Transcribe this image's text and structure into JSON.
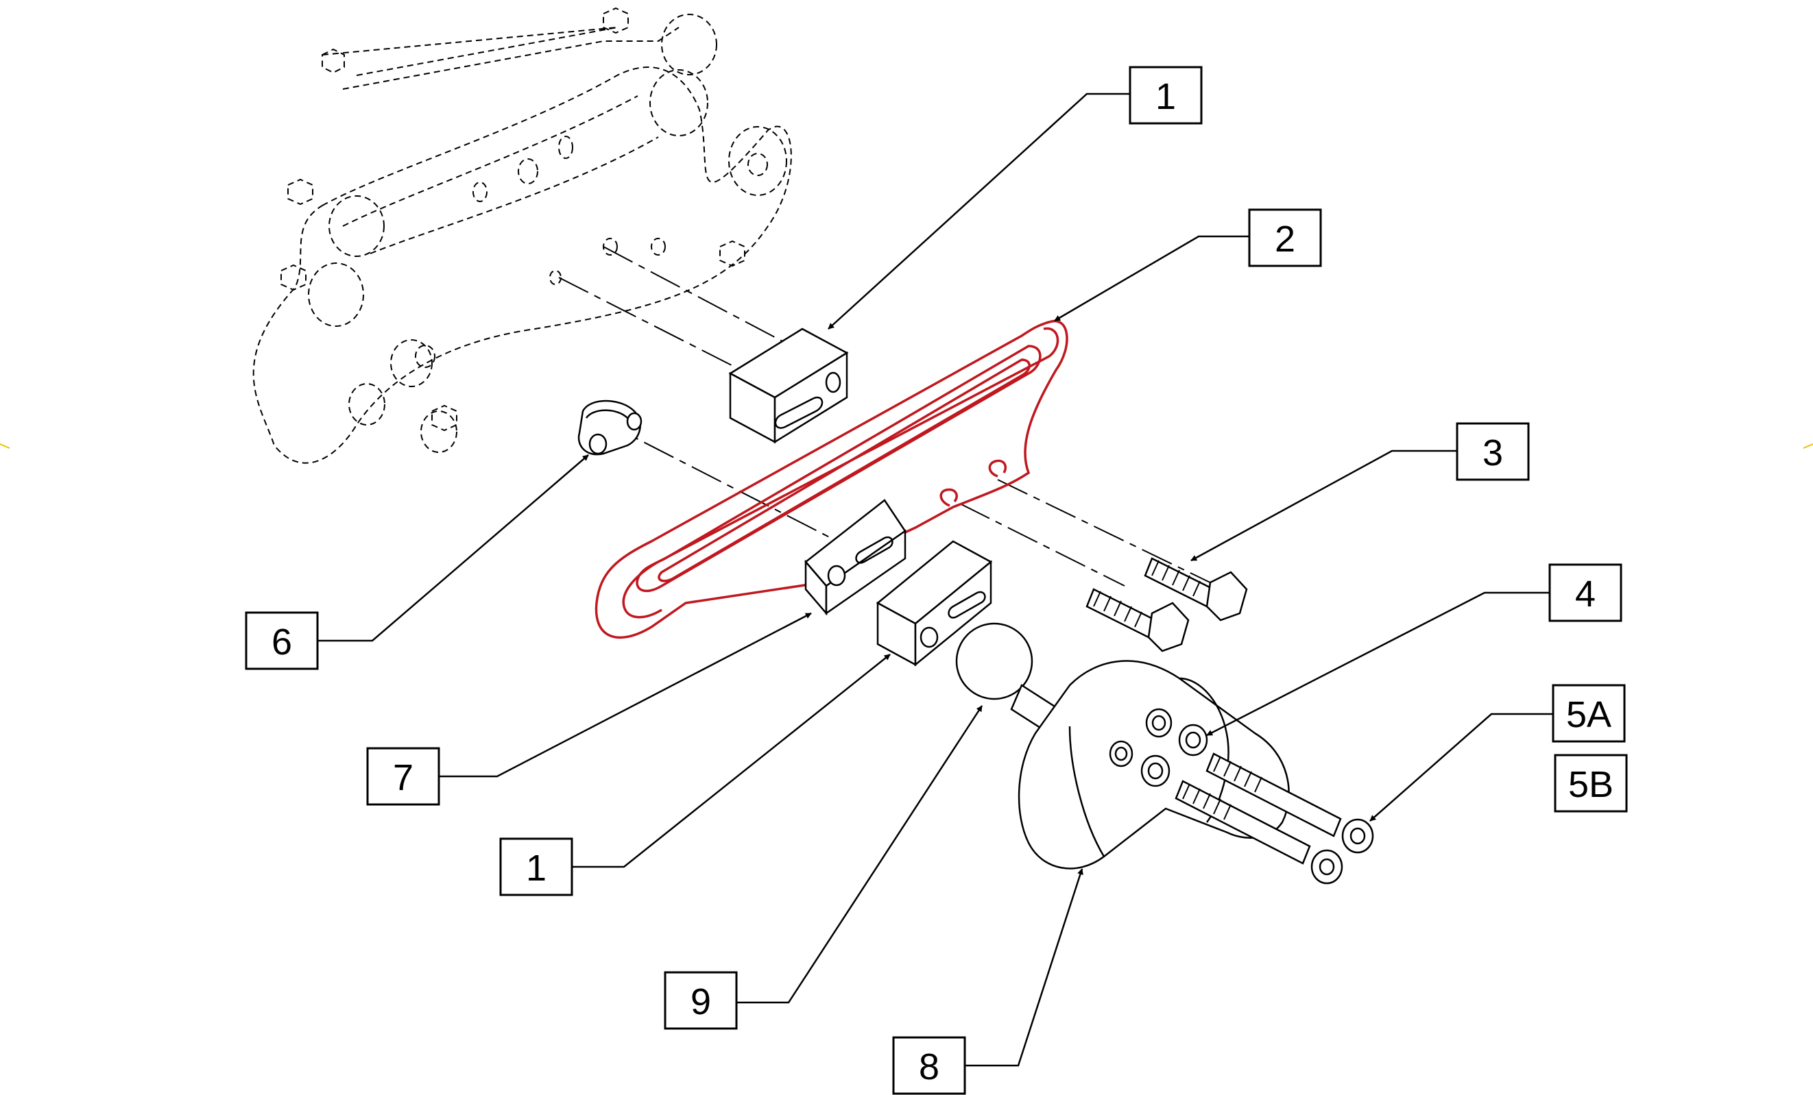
{
  "colors": {
    "highlight": "#c0181e",
    "ink": "#000000",
    "background": "#ffffff"
  },
  "callouts": [
    {
      "id": "1-top",
      "label": "1"
    },
    {
      "id": "2",
      "label": "2"
    },
    {
      "id": "3",
      "label": "3"
    },
    {
      "id": "4",
      "label": "4"
    },
    {
      "id": "5a",
      "label": "5A"
    },
    {
      "id": "5b",
      "label": "5B"
    },
    {
      "id": "6",
      "label": "6"
    },
    {
      "id": "7",
      "label": "7"
    },
    {
      "id": "1-bottom",
      "label": "1"
    },
    {
      "id": "9",
      "label": "9"
    },
    {
      "id": "8",
      "label": "8"
    }
  ]
}
